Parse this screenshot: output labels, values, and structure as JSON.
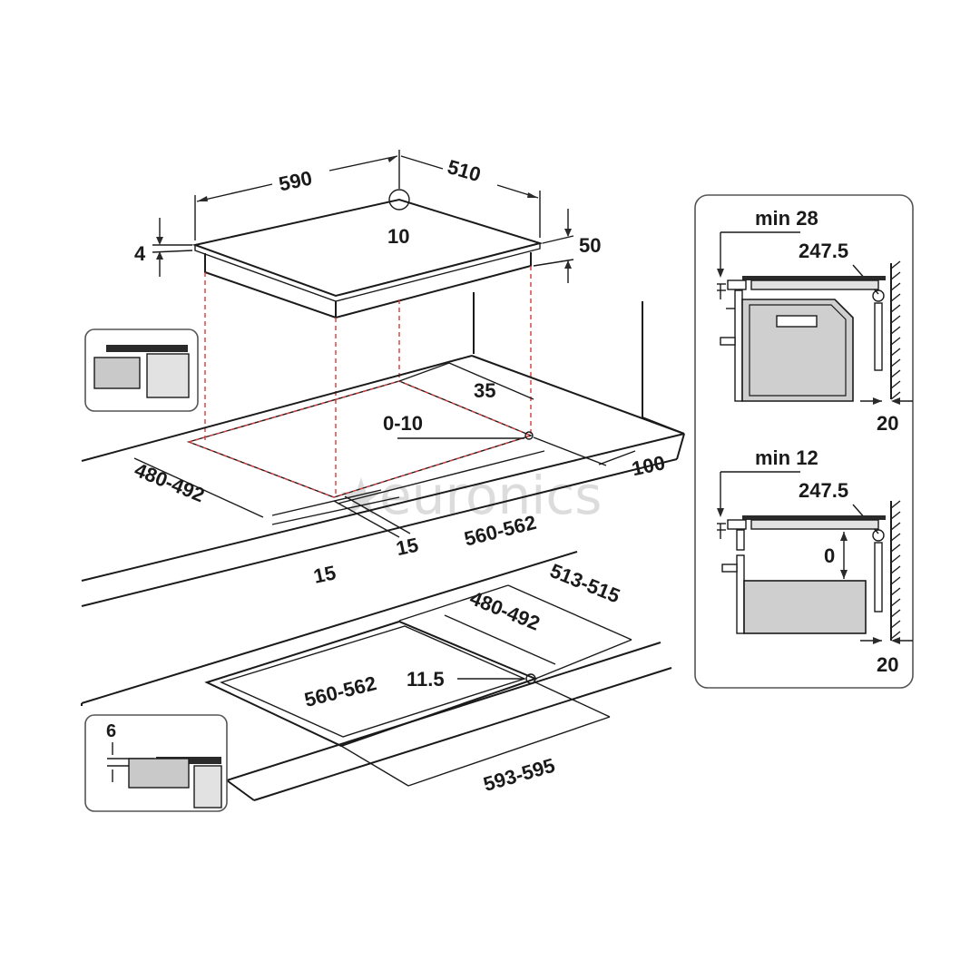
{
  "top_view": {
    "width": "590",
    "depth": "510",
    "corner_radius": "10",
    "glass_thickness": "4",
    "total_height": "50",
    "rear_gap": "35",
    "side_gap": "0-10",
    "front_distance": "100",
    "cutout_depth": "480-492",
    "cutout_width": "560-562",
    "edge_left": "15",
    "edge_right": "15"
  },
  "flush_view": {
    "outer_depth": "513-515",
    "inner_depth": "480-492",
    "inner_width": "560-562",
    "corner_radius": "11.5",
    "outer_width": "593-595"
  },
  "inset_flush": {
    "step": "6"
  },
  "side_panel_top": {
    "min_label": "min 28",
    "dimension": "247.5",
    "wall_gap": "20"
  },
  "side_panel_bottom": {
    "min_label": "min 12",
    "dimension": "247.5",
    "oven_gap": "0",
    "wall_gap": "20"
  },
  "watermark": "euronics"
}
